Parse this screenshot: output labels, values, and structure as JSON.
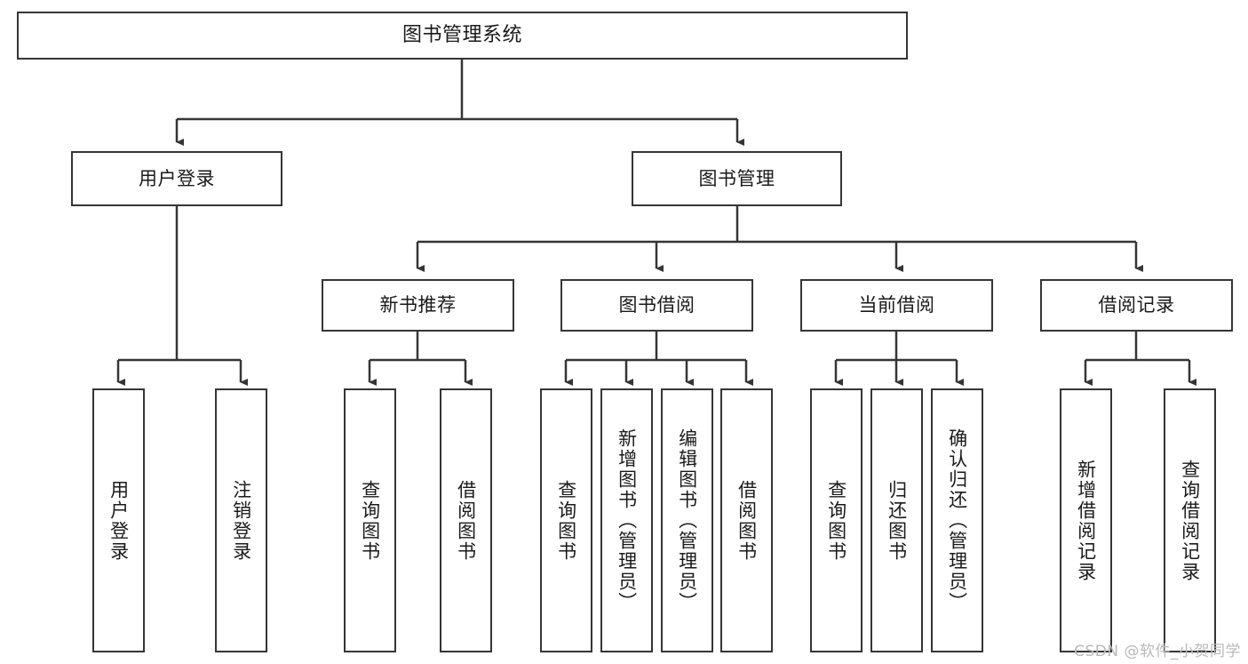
{
  "diagram": {
    "title": "图书管理系统",
    "type": "tree-hierarchy",
    "watermark": "CSDN @软件_小贺同学",
    "stroke_color": "#353535",
    "fill_color": "#ffffff",
    "text_color": "#1a1a1a",
    "root": {
      "label": "图书管理系统"
    },
    "level1": [
      {
        "label": "用户登录"
      },
      {
        "label": "图书管理"
      }
    ],
    "level2": [
      {
        "label": "新书推荐"
      },
      {
        "label": "图书借阅"
      },
      {
        "label": "当前借阅"
      },
      {
        "label": "借阅记录"
      }
    ],
    "leaves": {
      "user_login": [
        {
          "label": "用户登录"
        },
        {
          "label": "注销登录"
        }
      ],
      "new_book_recommend": [
        {
          "label": "查询图书"
        },
        {
          "label": "借阅图书"
        }
      ],
      "book_borrow": [
        {
          "label": "查询图书"
        },
        {
          "label": "新增图书（管理员）"
        },
        {
          "label": "编辑图书（管理员）"
        },
        {
          "label": "借阅图书"
        }
      ],
      "current_borrow": [
        {
          "label": "查询图书"
        },
        {
          "label": "归还图书"
        },
        {
          "label": "确认归还（管理员）"
        }
      ],
      "borrow_record": [
        {
          "label": "新增借阅记录"
        },
        {
          "label": "查询借阅记录"
        }
      ]
    }
  }
}
